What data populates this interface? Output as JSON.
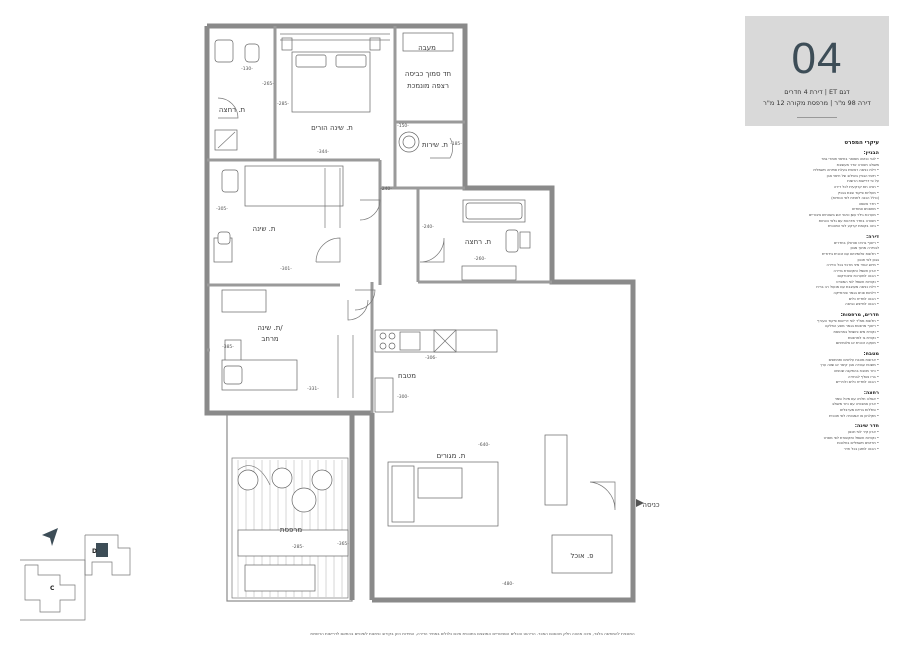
{
  "unit": {
    "number": "04",
    "type_line": "דגם ET | דירת 4 חדרים",
    "area_line": "דירה 98 מ\"ר | מרפסת מקורה 12 מ\"ר"
  },
  "rooms": {
    "bathroom_top": "ת. רחצה",
    "master_bedroom": "ת. שינה הורים",
    "laundry": "מעבה",
    "closet_line1": "חד סמוך כביסה",
    "closet_line2": "רצפה מונמכת",
    "service": "ת. שירות",
    "bedroom": "ת. שינה",
    "bathroom_mid": "ת. רחצה",
    "study_line1": "ת. שינה/",
    "study_line2": "מרחב",
    "kitchen": "מטבח",
    "living": "ת. מגורים",
    "balcony": "מרפסת",
    "dining": "פ. אוכל",
    "entrance": "כניסה"
  },
  "dimensions": {
    "d1": "-130-",
    "d2": "-265-",
    "d3": "-285-",
    "d4": "-344-",
    "d5": "-150-",
    "d6": "-185-",
    "d7": "-240-",
    "d8": "-305-",
    "d9": "-301-",
    "d10": "-260-",
    "d11": "-240-",
    "d12": "-306-",
    "d13": "-385-",
    "d14": "-331-",
    "d15": "-300-",
    "d16": "-640-",
    "d17": "-285-",
    "d18": "-365-",
    "d19": "-480-"
  },
  "keyplan": {
    "label_d": "D",
    "label_c": "C"
  },
  "spec": {
    "title": "עיקרי המפרט",
    "sections": [
      {
        "heading": "הבניין:",
        "lines": [
          "• לובי כניסה מפואר בחיפוי חומרי גמר",
          "  משולב תאורה אדר מעוצבת",
          "• דלת כניסה ראשית בעלת פתיחה חשמלית",
          "• חיפוי הבניין בשילוב של חיפוי אבן",
          "  על פי דרישות הרשות",
          "• חניה תת קרקעית לכל דירה",
          "• מעליות פיקוד שבת בבניין",
          "  (כולל הכנה לחניות לפי הנחיות)",
          "• חדר אשפה",
          "• מחסנים צמודים",
          "• מערכת גילוי עשן וכיבוי אש בשטחים ציבוריים",
          "• תאורה בחדר מדרגות עם גלאי נוכחות",
          "• גינה בקומת קרקע לפי התוכנית"
        ]
      },
      {
        "heading": "דירה:",
        "lines": [
          "• ריצוף גרניט פורצלן בחדרים",
          "  לבחירה מתוך מגוון",
          "• חלונות אלומיניום עם זכוכית בידודית",
          "  בגוון לפי תכנון",
          "• מיזוג אוויר מיני מרכזי בכל הדירה",
          "• ארון חשמל ותקשורת בדירה",
          "• הכנה למערכת אינטרקום",
          "• נקודות חשמל לפי המפרט",
          "• דלת כניסה מעוצבת עם מנעול רב בריח",
          "• דלתות פנים בגמר פורמייקה",
          "• הכנה למדיח כלים",
          "• הכנה למייבש כביסה"
        ]
      },
      {
        "heading": "חדרים, מרפסות:",
        "lines": [
          "• חלונות ממ\"ד לפי דרישות פיקוד העורף",
          "• ריצוף מרפסת בגמר מונע החלקה",
          "• נקודת מים וחשמל במרפסת",
          "• נקודת גז למרפסת",
          "• מעקה זכוכית או אלומיניום"
        ]
      },
      {
        "heading": "מטבח:",
        "lines": [
          "• ארונות מטבח עליונים ותחתונים",
          "• משטח עבודה אבן קיסר או שווה ערך",
          "• כיור מטבח בהתקנה שטוחה",
          "• ברז נשלף לבחירה",
          "• הכנה למדיח כלים ולכיריים"
        ]
      },
      {
        "heading": "רחצה:",
        "lines": [
          "• אסלה תלויה עם מיכל סמוי",
          "• ארון אמבטיה עם כיור משולב",
          "• סוללות ברזים מערבלים",
          "• מקלחון או אמבטיה לפי תוכנית"
        ]
      },
      {
        "heading": "חדר שינה:",
        "lines": [
          "• ארון קיר לפי תכנון",
          "• נקודות חשמל ותקשורת לפי מפרט",
          "• תריסים חשמליים בחלונות",
          "• הכנה למזגן בכל חדר"
        ]
      }
    ]
  },
  "disclaimer": "התוכנית להמחשה בלבד, אינה מהווה חלק מהסכם המכר. הריהוט והכלים הסניטריים המוצגים בתוכנית אינם כלולים במחיר הדירה, המידות הינן בקירוב וניתנות לשינויים בהתאם לדרישות הרשויות"
}
